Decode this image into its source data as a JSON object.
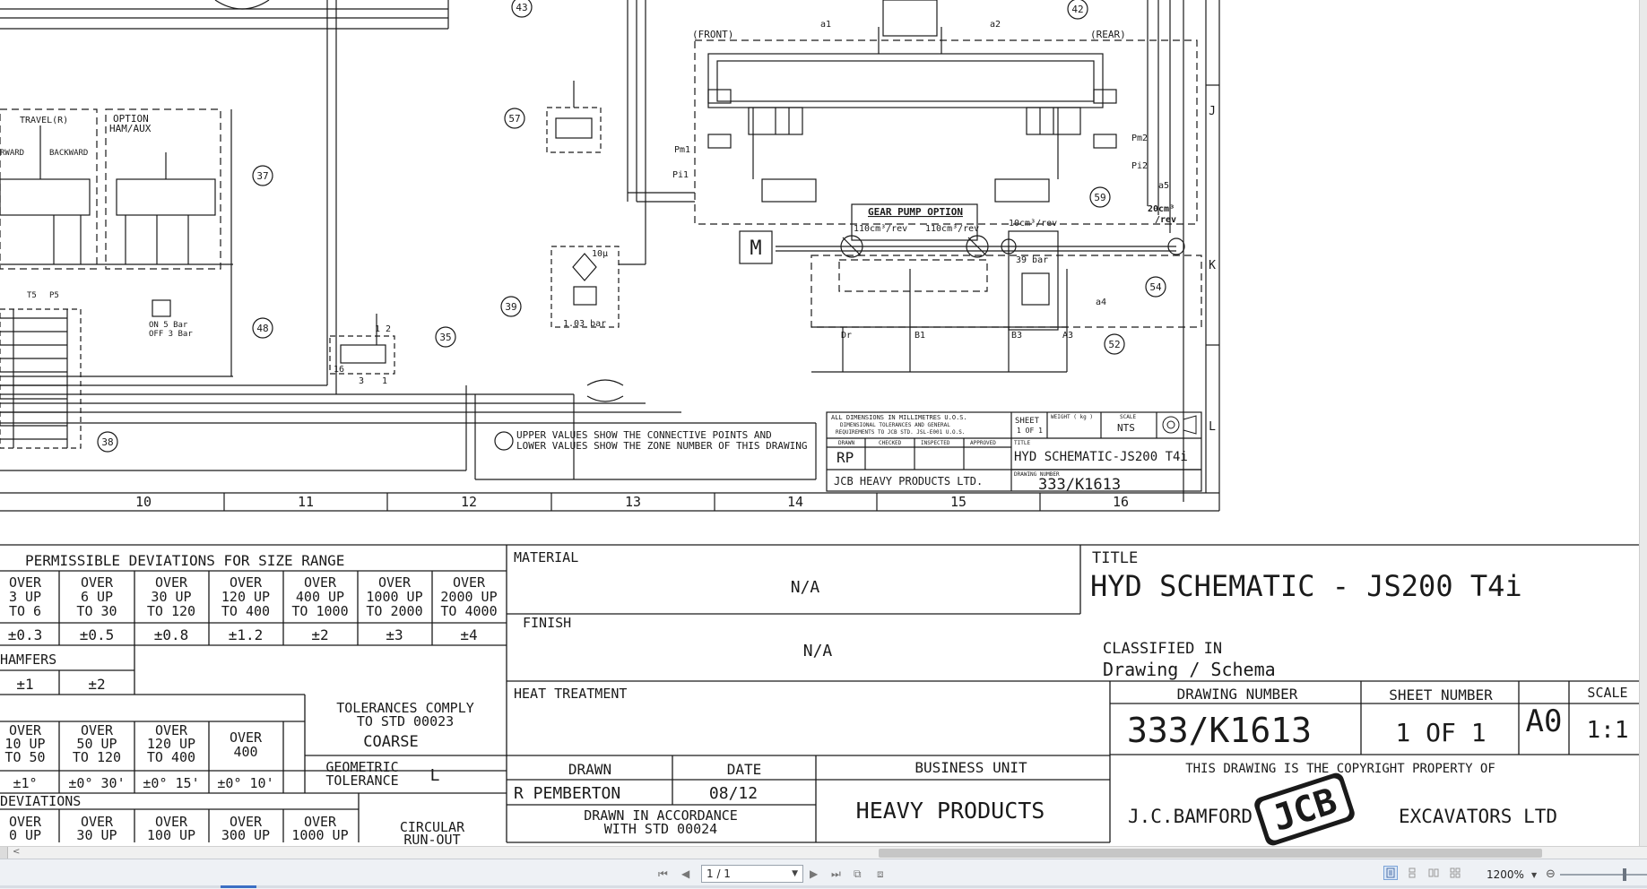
{
  "drawing": {
    "labels": {
      "front": "(FRONT)",
      "rear": "(REAR)",
      "travel": "TRAVEL(R)",
      "forward": "RWARD",
      "backward": "BACKWARD",
      "option": "OPTION",
      "ham_aux": "HAM/AUX",
      "gear_pump": "GEAR PUMP OPTION",
      "disp1": "110cm³/rev",
      "disp2": "110cm³/rev",
      "disp3": "10cm³/rev",
      "disp4a": "20cm³",
      "disp4b": "/rev",
      "bar39": "39 bar",
      "filter": "10μ",
      "bar103": "1.03 bar",
      "motor": "M",
      "pm1": "Pm1",
      "pi1": "Pi1",
      "pm2": "Pm2",
      "pi2": "Pi2",
      "dr": "Dr",
      "b1": "B1",
      "b3": "B3",
      "a3": "A3",
      "a1": "a1",
      "a2": "a2",
      "a4": "a4",
      "a5": "a5",
      "t5": "T5",
      "p5": "P5",
      "on": "ON  5 Bar",
      "off": "OFF 3 Bar",
      "note1": "UPPER VALUES SHOW THE CONNECTIVE POINTS AND",
      "note2": "LOWER VALUES SHOW THE ZONE NUMBER OF THIS DRAWING",
      "port16": "16",
      "port12": "1 2",
      "port3": "3",
      "port1": "1"
    },
    "callouts": [
      "43",
      "42",
      "57",
      "37",
      "48",
      "39",
      "35",
      "38",
      "59",
      "54",
      "52"
    ],
    "zone_columns": [
      "10",
      "11",
      "12",
      "13",
      "14",
      "15",
      "16"
    ],
    "zone_rows": [
      "J",
      "K",
      "L"
    ],
    "small_title": {
      "dims1": "ALL DIMENSIONS IN MILLIMETRES U.O.S.",
      "dims2": "DIMENSIONAL TOLERANCES AND GENERAL",
      "dims3": "REQUIREMENTS TO JCB STD. JSL-E001 U.O.S.",
      "sheet": "SHEET",
      "sheet_val": "1 OF 1",
      "weight": "WEIGHT ( kg )",
      "scale": "SCALE",
      "scale_val": "NTS",
      "drawn": "DRAWN",
      "checked": "CHECKED",
      "inspected": "INSPECTED",
      "approved": "APPROVED",
      "initials": "RP",
      "title_lbl": "TITLE",
      "title_val": "HYD SCHEMATIC-JS200 T4i",
      "company": "JCB HEAVY PRODUCTS LTD.",
      "dwgno_lbl": "DRAWING NUMBER",
      "dwgno_val": "333/K1613"
    }
  },
  "title_block": {
    "deviation_header": "PERMISSIBLE DEVIATIONS FOR SIZE RANGE",
    "size_ranges": [
      [
        "OVER",
        "3 UP",
        "TO 6"
      ],
      [
        "OVER",
        "6 UP",
        "TO 30"
      ],
      [
        "OVER",
        "30 UP",
        "TO 120"
      ],
      [
        "OVER",
        "120 UP",
        "TO 400"
      ],
      [
        "OVER",
        "400 UP",
        "TO 1000"
      ],
      [
        "OVER",
        "1000 UP",
        "TO 2000"
      ],
      [
        "OVER",
        "2000 UP",
        "TO 4000"
      ]
    ],
    "size_tolerances": [
      "±0.3",
      "±0.5",
      "±0.8",
      "±1.2",
      "±2",
      "±3",
      "±4"
    ],
    "chamfers_label": "HAMFERS",
    "chamfer_values": [
      "±1",
      "±2"
    ],
    "angle_ranges": [
      [
        "OVER",
        "10 UP",
        "TO 50"
      ],
      [
        "OVER",
        "50 UP",
        "TO 120"
      ],
      [
        "OVER",
        "120 UP",
        "TO 400"
      ],
      [
        "OVER",
        "400"
      ]
    ],
    "angle_tolerances": [
      "±1°",
      "±0° 30'",
      "±0° 15'",
      "±0° 10'"
    ],
    "tol_comply": [
      "TOLERANCES COMPLY",
      "TO STD 00023"
    ],
    "coarse": "COARSE",
    "geometric": [
      "GEOMETRIC",
      "TOLERANCE"
    ],
    "geometric_val": "L",
    "deviations_label": "DEVIATIONS",
    "runout_ranges": [
      [
        "OVER",
        "0 UP"
      ],
      [
        "OVER",
        "30 UP"
      ],
      [
        "OVER",
        "100 UP"
      ],
      [
        "OVER",
        "300 UP"
      ],
      [
        "OVER",
        "1000 UP"
      ]
    ],
    "circular": [
      "CIRCULAR",
      "RUN-OUT"
    ],
    "material_lbl": "MATERIAL",
    "material_val": "N/A",
    "finish_lbl": "FINISH",
    "finish_val": "N/A",
    "heat_lbl": "HEAT TREATMENT",
    "drawn_lbl": "DRAWN",
    "date_lbl": "DATE",
    "drawn_val": "R PEMBERTON",
    "date_val": "08/12",
    "accordance": [
      "DRAWN IN ACCORDANCE",
      "WITH STD 00024"
    ],
    "bu_lbl": "BUSINESS UNIT",
    "bu_val": "HEAVY PRODUCTS",
    "title_lbl": "TITLE",
    "title_val": "HYD SCHEMATIC - JS200 T4i",
    "classified_lbl": "CLASSIFIED IN",
    "classified_val": "Drawing / Schema",
    "dwgno_lbl": "DRAWING NUMBER",
    "dwgno_val": "333/K1613",
    "sheetno_lbl": "SHEET NUMBER",
    "sheetno_val": "1 OF 1",
    "size_val": "A0",
    "scale_lbl": "SCALE",
    "scale_val": "1:1",
    "copyright": "THIS DRAWING IS THE COPYRIGHT PROPERTY OF",
    "owner_left": "J.C.BAMFORD",
    "owner_logo": "JCB",
    "owner_right": "EXCAVATORS LTD"
  },
  "viewer": {
    "page_field": "1 / 1",
    "zoom": "1200%",
    "scroll_left": "<"
  }
}
